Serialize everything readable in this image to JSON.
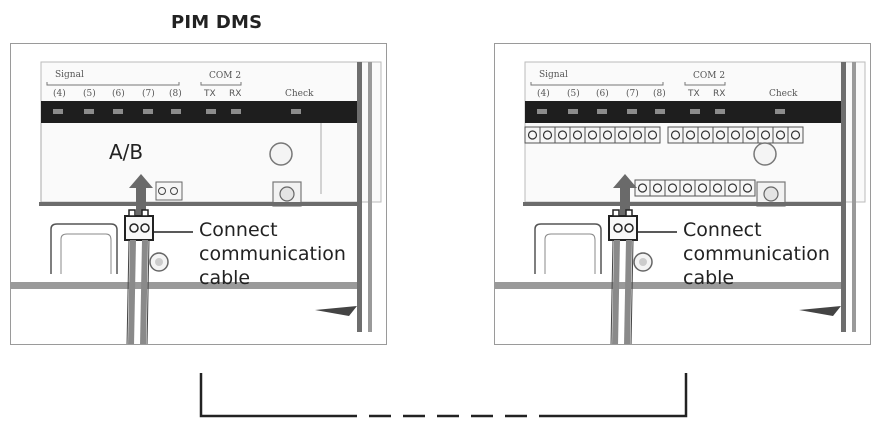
{
  "title": "PIM DMS",
  "left_panel": {
    "signal_label": "Signal",
    "channels": [
      "(4)",
      "(5)",
      "(6)",
      "(7)",
      "(8)"
    ],
    "com_label": "COM 2",
    "com_ports": [
      "TX",
      "RX"
    ],
    "check_label": "Check",
    "connector_label": "A/B",
    "callout_lines": [
      "Connect",
      "communication",
      "cable"
    ]
  },
  "right_panel": {
    "signal_label": "Signal",
    "channels": [
      "(4)",
      "(5)",
      "(6)",
      "(7)",
      "(8)"
    ],
    "com_label": "COM 2",
    "com_ports": [
      "TX",
      "RX"
    ],
    "check_label": "Check",
    "callout_lines": [
      "Connect",
      "communication",
      "cable"
    ]
  },
  "colors": {
    "frame": "#9a9a9a",
    "led_bar": "#1e1e1e",
    "led": "#8c8c8c",
    "arrow": "#6a6a6a",
    "cable": "#8a8a8a",
    "line": "#222222"
  }
}
